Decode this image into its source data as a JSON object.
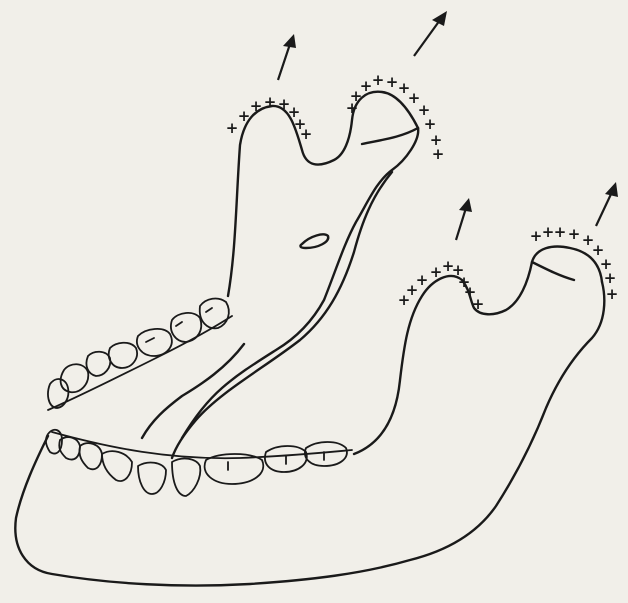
{
  "figure": {
    "marker_symbol": "+",
    "ink_color": "#1a1a1a",
    "paper_color": "#f1efe9"
  },
  "sites": [
    {
      "id": "coronoid-upper",
      "arrow_icon": "arrow-up-right-icon"
    },
    {
      "id": "condyle-upper",
      "arrow_icon": "arrow-up-right-icon"
    },
    {
      "id": "coronoid-lower",
      "arrow_icon": "arrow-up-right-icon"
    },
    {
      "id": "condyle-lower",
      "arrow_icon": "arrow-up-right-icon"
    }
  ]
}
